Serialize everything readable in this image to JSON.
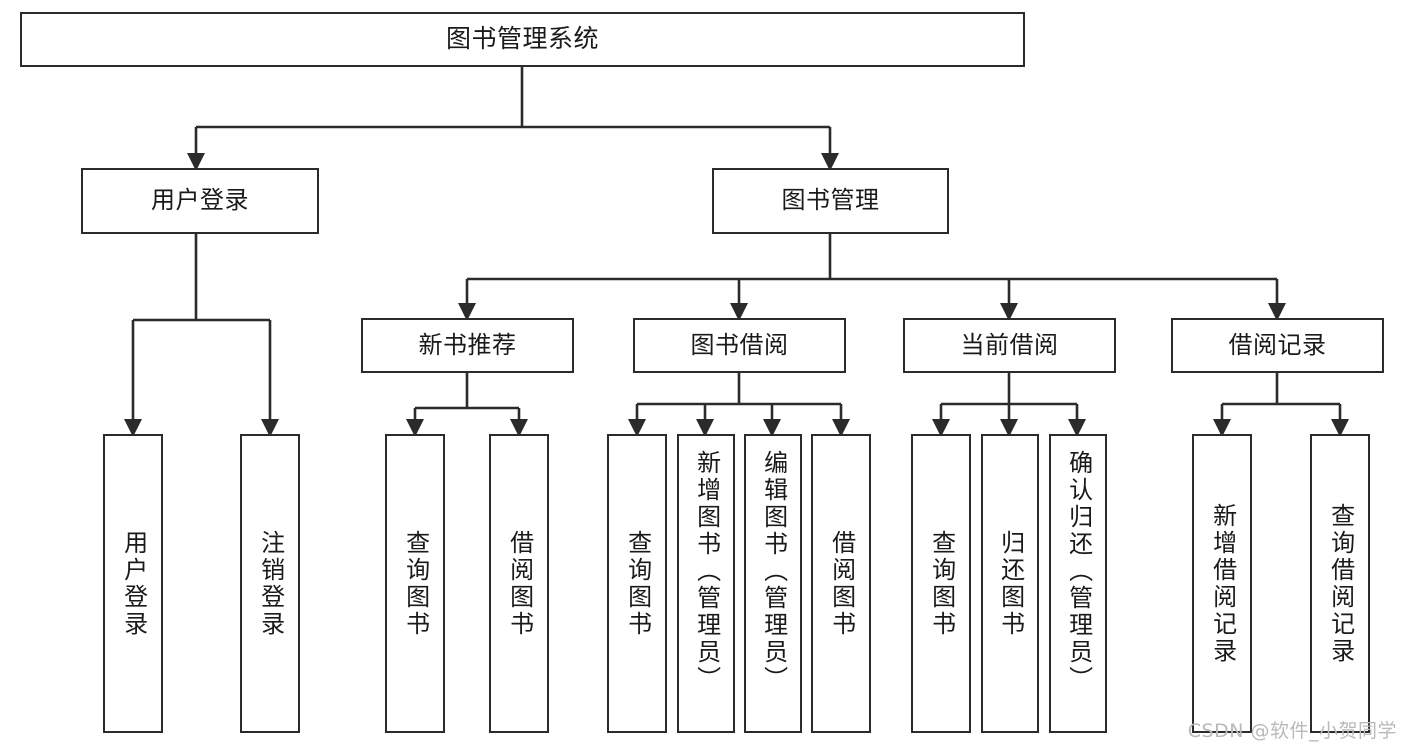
{
  "diagram": {
    "title": "图书管理系统",
    "type": "tree",
    "watermark": "CSDN @软件_小贺同学",
    "colors": {
      "background": "#ffffff",
      "node_fill": "#ffffff",
      "node_border": "#2b2b2b",
      "edge": "#2b2b2b",
      "text": "#1a1a1a",
      "watermark": "#b9b9b9"
    },
    "nodes": {
      "root": {
        "label": "图书管理系统"
      },
      "level1": [
        {
          "id": "user_login",
          "label": "用户登录"
        },
        {
          "id": "book_manage",
          "label": "图书管理"
        }
      ],
      "level2": [
        {
          "id": "new_book_rec",
          "label": "新书推荐"
        },
        {
          "id": "book_borrow",
          "label": "图书借阅"
        },
        {
          "id": "current_borrow",
          "label": "当前借阅"
        },
        {
          "id": "borrow_record",
          "label": "借阅记录"
        }
      ],
      "leaves": {
        "user_login": [
          {
            "id": "leaf_user_login",
            "label": "用户登录"
          },
          {
            "id": "leaf_logout",
            "label": "注销登录"
          }
        ],
        "new_book_rec": [
          {
            "id": "leaf_query_book_1",
            "label": "查询图书"
          },
          {
            "id": "leaf_borrow_book_1",
            "label": "借阅图书"
          }
        ],
        "book_borrow": [
          {
            "id": "leaf_query_book_2",
            "label": "查询图书"
          },
          {
            "id": "leaf_add_book",
            "label": "新增图书（管理员）"
          },
          {
            "id": "leaf_edit_book",
            "label": "编辑图书（管理员）"
          },
          {
            "id": "leaf_borrow_book_2",
            "label": "借阅图书"
          }
        ],
        "current_borrow": [
          {
            "id": "leaf_query_book_3",
            "label": "查询图书"
          },
          {
            "id": "leaf_return_book",
            "label": "归还图书"
          },
          {
            "id": "leaf_confirm_return",
            "label": "确认归还（管理员）"
          }
        ],
        "borrow_record": [
          {
            "id": "leaf_add_record",
            "label": "新增借阅记录"
          },
          {
            "id": "leaf_query_record",
            "label": "查询借阅记录"
          }
        ]
      }
    }
  }
}
